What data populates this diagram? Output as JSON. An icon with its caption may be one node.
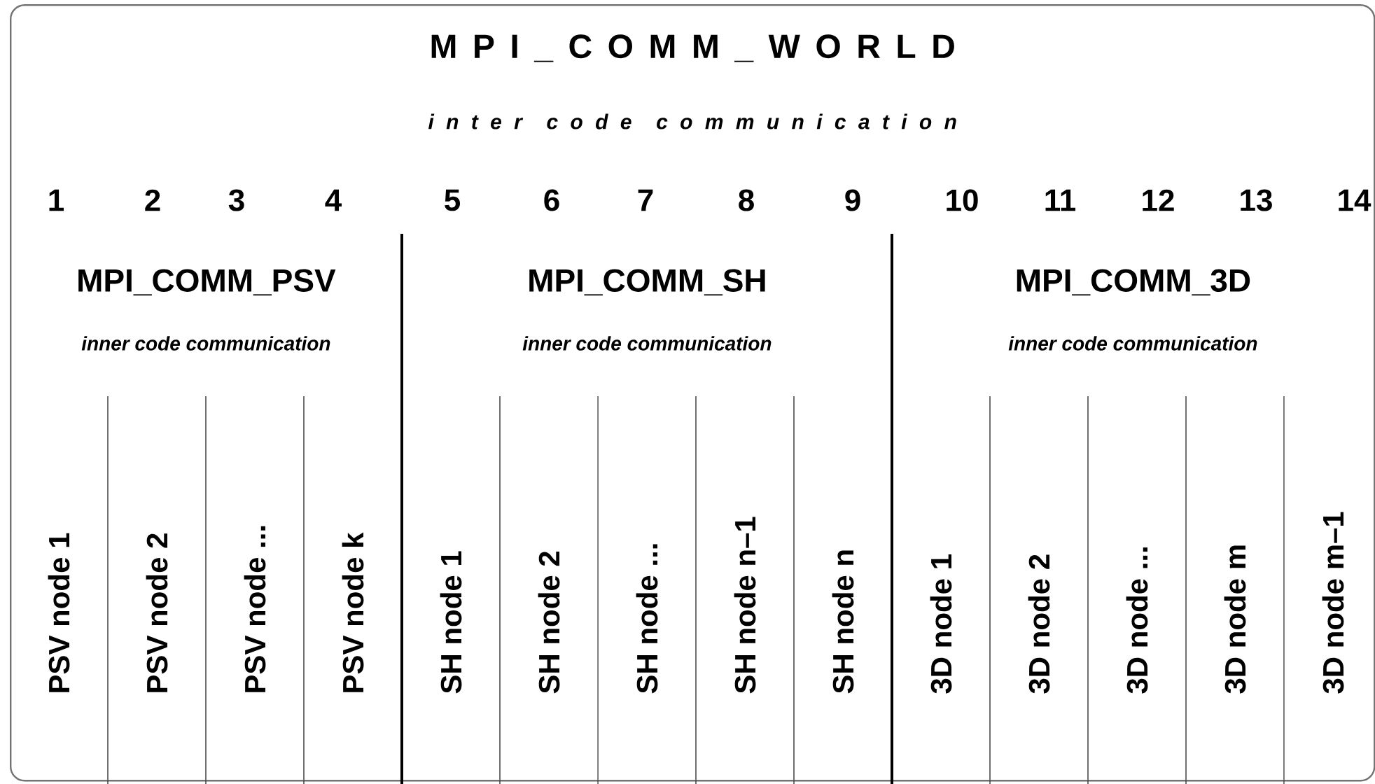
{
  "diagram": {
    "nodes": [
      {
        "text": [
          "M P I _ C O M M _ W O R L D",
          "i n t e r  c o d e  c o m m u n i c a t i o n"
        ]
      },
      {
        "text": [
          "MPI_COMM_PSV",
          "inner code communication"
        ],
        "in": 0
      },
      {
        "text": [
          "MPI_COMM_SH",
          "inner code communication"
        ],
        "in": 0
      },
      {
        "text": [
          "MPI_COMM_3D",
          "inner code communication"
        ],
        "in": 0
      },
      {
        "text": [
          "PSV node 1"
        ],
        "in": 0
      },
      {
        "text": [
          "PSV node 2"
        ],
        "in": 0
      },
      {
        "text": [
          "PSV node ..."
        ],
        "in": 0
      },
      {
        "text": [
          "PSV node k"
        ],
        "in": 0
      },
      {
        "text": [
          "SH node 1"
        ],
        "in": 0
      },
      {
        "text": [
          "SH node 2"
        ],
        "in": 0
      },
      {
        "text": [
          "SH node ..."
        ],
        "in": 0
      },
      {
        "text": [
          "SH node n–1"
        ],
        "in": 0
      },
      {
        "text": [
          "SH node n"
        ],
        "in": 0
      },
      {
        "text": [
          "3D node 1"
        ],
        "in": 0
      },
      {
        "text": [
          "3D node 2"
        ],
        "in": 0
      },
      {
        "text": [
          "3D node ..."
        ],
        "in": 0
      },
      {
        "text": [
          "3D node m"
        ],
        "in": 0
      },
      {
        "text": [
          "3D node m–1"
        ],
        "in": 0
      }
    ],
    "edges": [],
    "labels": [
      "1",
      "2",
      "3",
      "4",
      "5",
      "6",
      "7",
      "8",
      "9",
      "10",
      "11",
      "12",
      "13",
      "14"
    ]
  }
}
